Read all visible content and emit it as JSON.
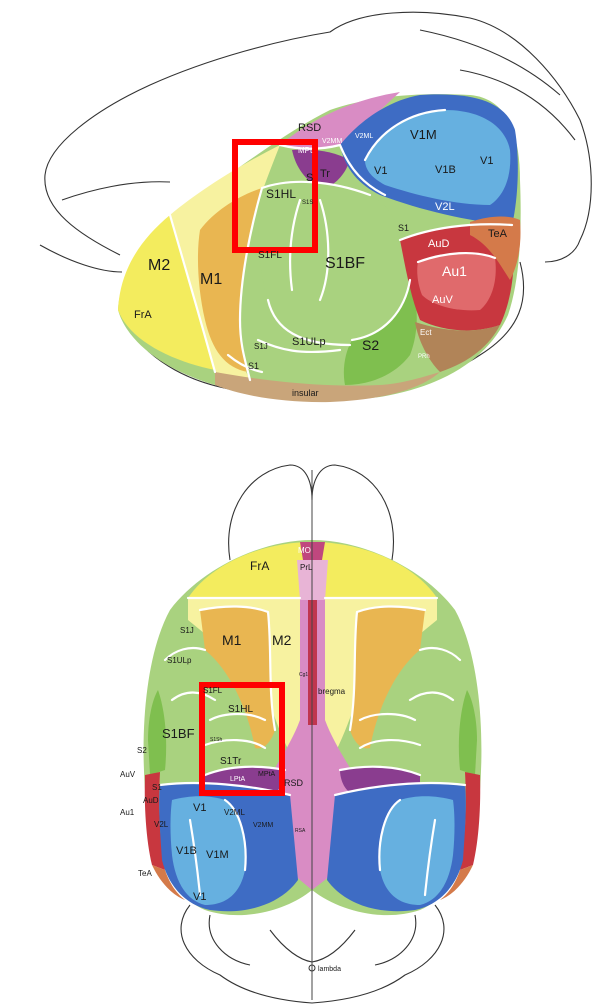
{
  "lateral_view": {
    "labels": {
      "rsd": "RSD",
      "v2mm": "V2MM",
      "v2ml": "V2ML",
      "v1m": "V1M",
      "mpta": "MPt",
      "s1tr": "Tr",
      "s1tr_s": "S",
      "v1_left": "V1",
      "v1b": "V1B",
      "v1_right": "V1",
      "s1hl": "S1HL",
      "s1sh": "S1S",
      "v2l": "V2L",
      "s1_top": "S1",
      "aud": "AuD",
      "tea": "TeA",
      "m2": "M2",
      "s1fl": "S1FL",
      "s1bf": "S1BF",
      "au1": "Au1",
      "m1": "M1",
      "fra": "FrA",
      "auv": "AuV",
      "s1ulp": "S1ULp",
      "s2": "S2",
      "s1j": "S1J",
      "ect": "Ect",
      "s1_bottom": "S1",
      "prh": "PRh",
      "insular": "insular"
    }
  },
  "dorsal_view": {
    "labels": {
      "mo": "MO",
      "prl": "PrL",
      "fra": "FrA",
      "m1": "M1",
      "m2": "M2",
      "s1j": "S1J",
      "s1ulp": "S1ULp",
      "s1fl": "S1FL",
      "cg1": "Cg1",
      "bregma": "bregma",
      "s1hl": "S1HL",
      "s1bf": "S1BF",
      "s1sh": "S1Sh",
      "s2": "S2",
      "s1tr": "S1Tr",
      "auv": "AuV",
      "lpta": "LPtA",
      "mpta": "MPtA",
      "rsd": "RSD",
      "s1": "S1",
      "aud": "AuD",
      "au1": "Au1",
      "v1_top": "V1",
      "v2ml": "V2ML",
      "v2l": "V2L",
      "v2mm": "V2MM",
      "rsa": "RSA",
      "tea": "TeA",
      "v1b": "V1B",
      "v1m": "V1M",
      "v1_bottom": "V1",
      "lambda": "lambda"
    }
  },
  "colors": {
    "motor_yellow": "#f3ec5e",
    "m2_pale": "#f7f2a0",
    "m1_orange": "#e9b651",
    "somato_green": "#a9d27f",
    "s2_green": "#7fbf4f",
    "aud_red": "#c8373f",
    "aud_pink": "#e06a6c",
    "tea_orange": "#d47a4a",
    "ect_brown": "#b18458",
    "insular_tan": "#c9a57a",
    "visual_light": "#66b0e0",
    "visual_dark": "#3e6cc4",
    "rsd_pink": "#d98cc4",
    "parietal_purple": "#8a3d8f",
    "highlight_red": "#ff0000"
  }
}
